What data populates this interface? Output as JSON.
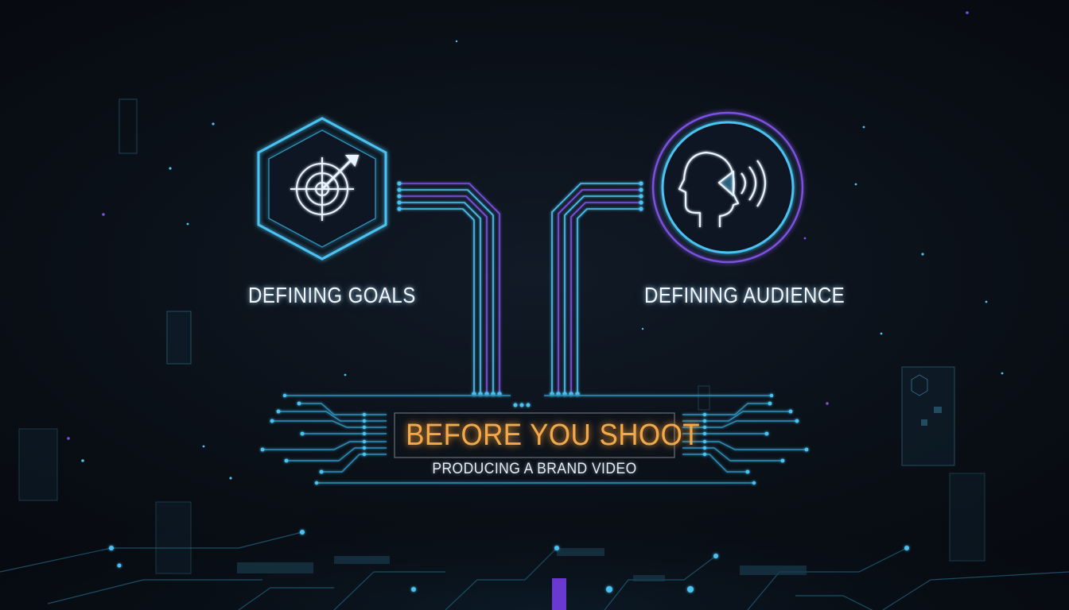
{
  "colors": {
    "background": "#0a0e15",
    "cyan": "#4cc3f2",
    "purple": "#7b52e0",
    "orange": "#f3a94a",
    "text": "#f2f6fb"
  },
  "icons": {
    "left": "target-arrow-icon",
    "right": "head-speaker-icon"
  },
  "left_node": {
    "label": "DEFINING GOALS"
  },
  "right_node": {
    "label": "DEFINING AUDIENCE"
  },
  "center": {
    "title": "BEFORE YOU SHOOT",
    "subtitle": "PRODUCING A BRAND VIDEO"
  }
}
